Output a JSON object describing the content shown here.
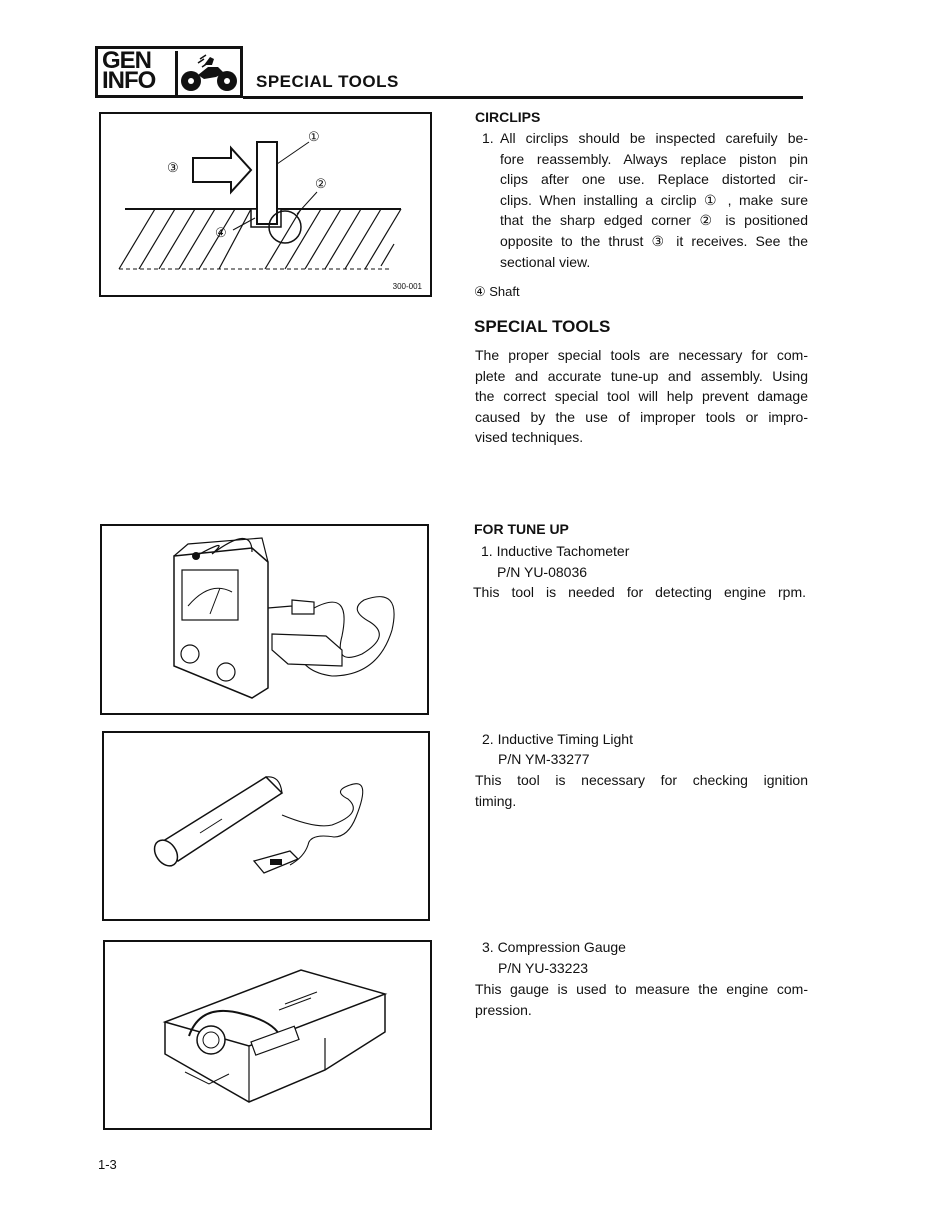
{
  "header": {
    "logo_line1": "GEN",
    "logo_line2": "INFO",
    "title": "SPECIAL TOOLS",
    "icon": "motorcycle-icon"
  },
  "circlips": {
    "heading": "CIRCLIPS",
    "item_number": "1.",
    "lines": [
      "All circlips should be inspected carefuily be-",
      "fore reassembly. Always replace piston pin",
      "clips after one use. Replace distorted cir-",
      "clips. When installing a circlip ① , make sure",
      "that the sharp edged corner ② is positioned",
      "opposite to the thrust ③ it receives. See the",
      "sectional view."
    ],
    "note": "④ Shaft",
    "figure": {
      "code": "300-001",
      "callouts": [
        "①",
        "②",
        "③",
        "④"
      ]
    }
  },
  "special_tools": {
    "heading": "SPECIAL TOOLS",
    "lines": [
      "The proper special tools are necessary for com-",
      "plete and accurate tune-up and assembly. Using",
      "the correct special tool will help prevent damage",
      "caused by the use of improper tools or impro-",
      "vised techniques."
    ]
  },
  "tune_up": {
    "heading": "FOR TUNE UP",
    "tools": [
      {
        "name": "1. Inductive Tachometer",
        "pn": "P/N YU-08036",
        "lines": [
          "This tool is needed for detecting engine rpm."
        ]
      },
      {
        "name": "2. Inductive Timing Light",
        "pn": "P/N YM-33277",
        "lines": [
          "This tool is necessary for checking ignition",
          "timing."
        ]
      },
      {
        "name": "3. Compression Gauge",
        "pn": "P/N YU-33223",
        "lines": [
          "This gauge is used to measure the engine com-",
          "pression."
        ]
      }
    ]
  },
  "page_number": "1-3"
}
